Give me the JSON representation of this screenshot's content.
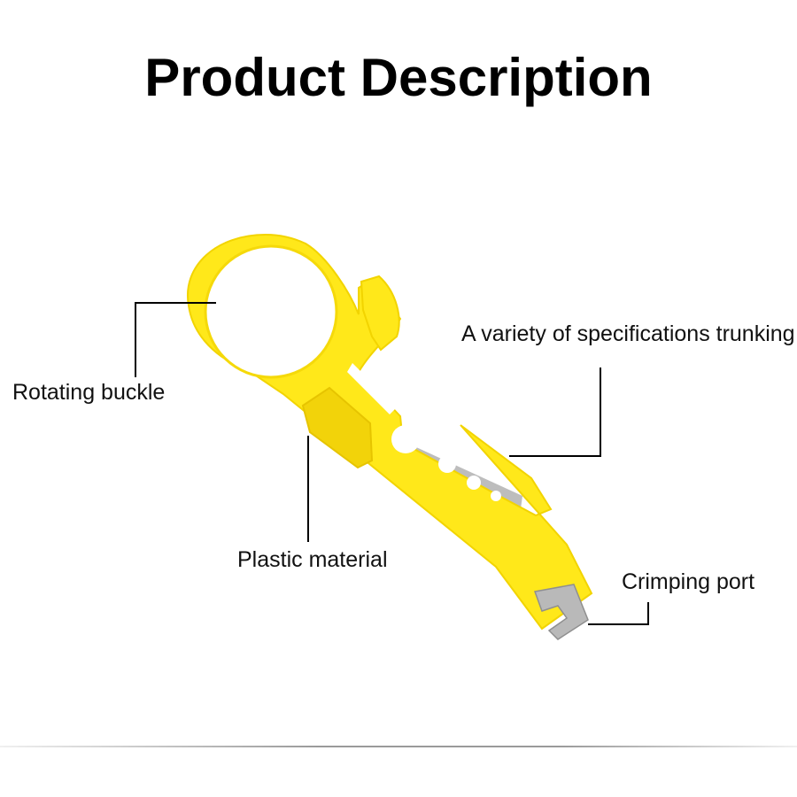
{
  "header": {
    "title": "Product Description"
  },
  "callouts": {
    "rotating_buckle": "Rotating buckle",
    "trunking": "A variety of specifications trunking",
    "plastic_material": "Plastic material",
    "crimping_port": "Crimping port"
  },
  "colors": {
    "tool_body": "#FFE81A",
    "tool_shadow": "#F2D400",
    "blade": "#B9B9B9",
    "leader_line": "#000000"
  }
}
